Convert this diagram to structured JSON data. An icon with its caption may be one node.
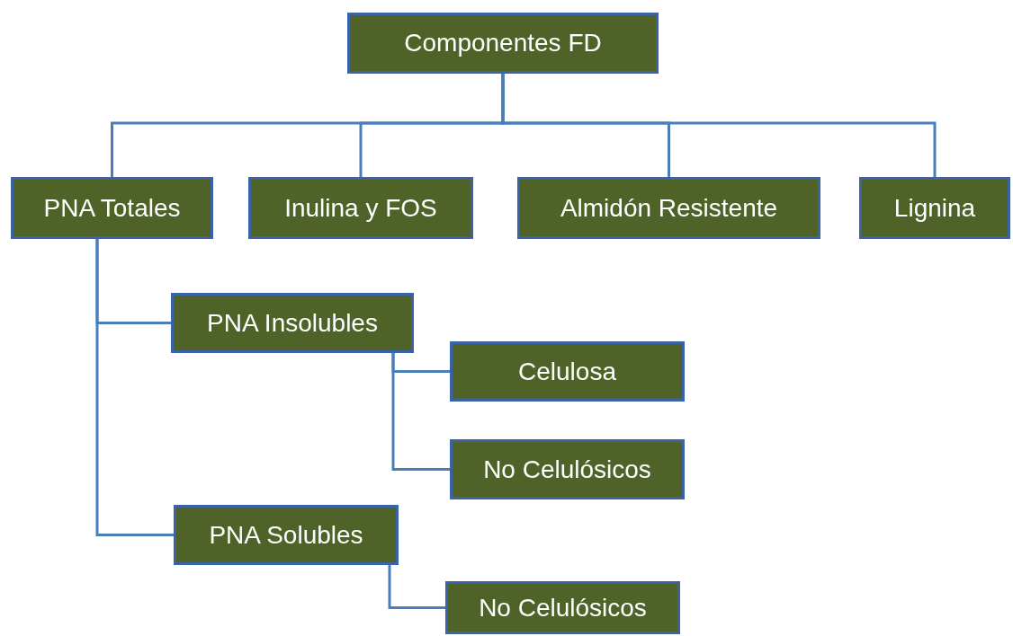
{
  "diagram": {
    "nodes": [
      {
        "text": [
          "Componentes FD"
        ]
      },
      {
        "text": [
          "PNA Totales"
        ]
      },
      {
        "text": [
          "Inulina y FOS"
        ]
      },
      {
        "text": [
          "Almidón Resistente"
        ]
      },
      {
        "text": [
          "Lignina"
        ]
      },
      {
        "text": [
          "PNA Insolubles"
        ]
      },
      {
        "text": [
          "Celulosa"
        ]
      },
      {
        "text": [
          "No Celulósicos"
        ]
      },
      {
        "text": [
          "PNA Solubles"
        ]
      },
      {
        "text": [
          "No Celulósicos"
        ]
      }
    ],
    "edges": [
      {
        "from": 0,
        "to": 1,
        "arrow": "none"
      },
      {
        "from": 0,
        "to": 2,
        "arrow": "none"
      },
      {
        "from": 0,
        "to": 3,
        "arrow": "none"
      },
      {
        "from": 0,
        "to": 4,
        "arrow": "none"
      },
      {
        "from": 1,
        "to": 5,
        "arrow": "none"
      },
      {
        "from": 1,
        "to": 8,
        "arrow": "none"
      },
      {
        "from": 5,
        "to": 6,
        "arrow": "none"
      },
      {
        "from": 5,
        "to": 7,
        "arrow": "none"
      },
      {
        "from": 8,
        "to": 9,
        "arrow": "none"
      }
    ]
  }
}
